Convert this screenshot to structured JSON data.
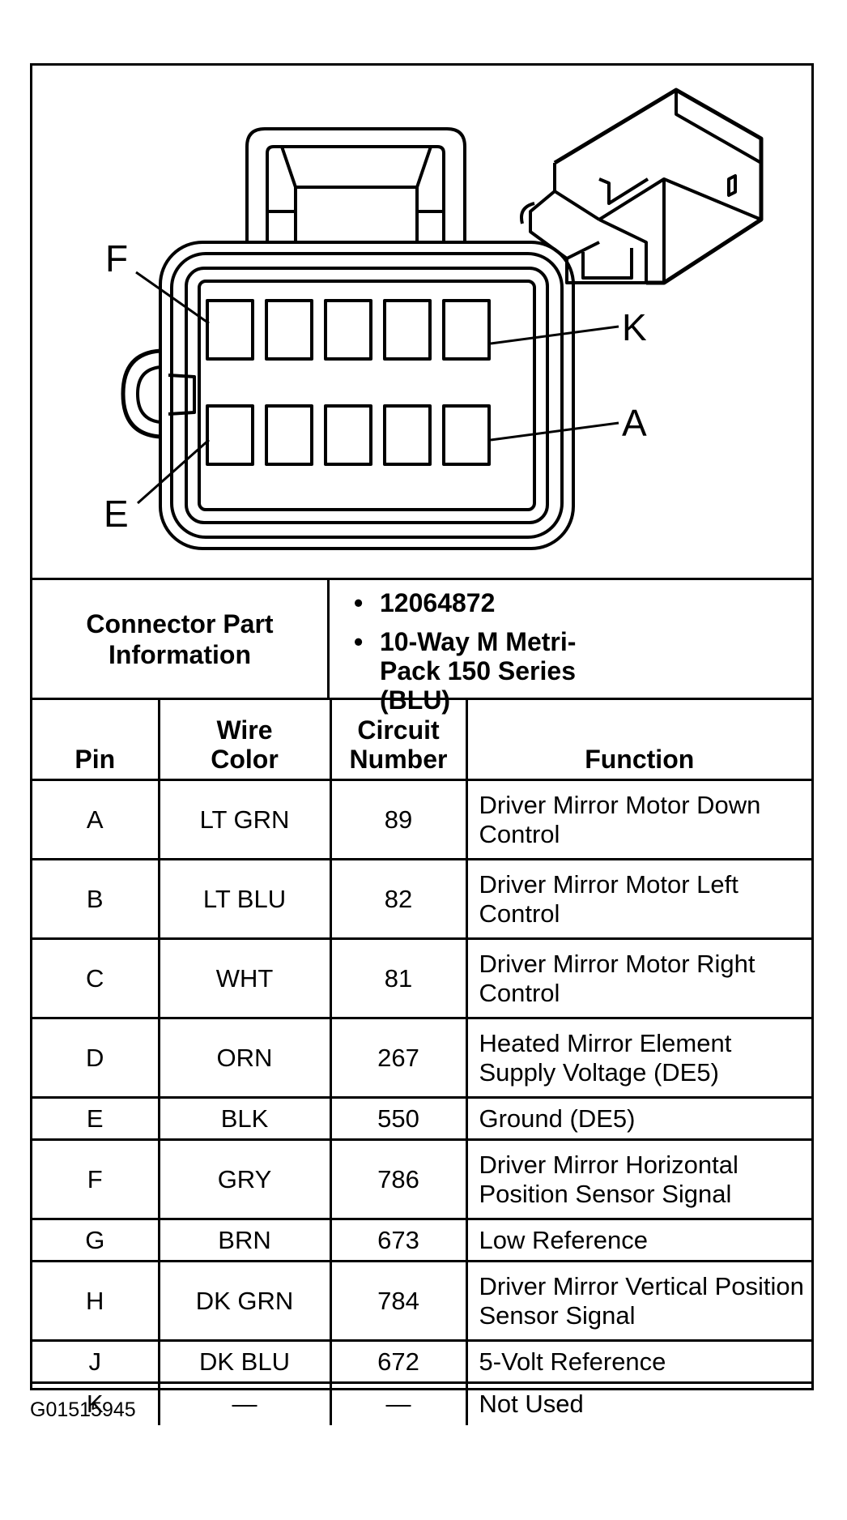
{
  "diagram": {
    "pin_labels": {
      "top_left": "F",
      "top_right": "K",
      "bottom_left": "E",
      "bottom_right": "A"
    }
  },
  "connector_info": {
    "label_line1": "Connector Part",
    "label_line2": "Information",
    "items": [
      {
        "bullet": "•",
        "text": "12064872"
      },
      {
        "bullet": "•",
        "text": "10-Way M Metri-Pack 150 Series (BLU)"
      }
    ]
  },
  "table": {
    "headers": {
      "pin": "Pin",
      "wire_color": "Wire Color",
      "circuit_number": "Circuit Number",
      "function": "Function"
    },
    "rows": [
      {
        "pin": "A",
        "wire_color": "LT GRN",
        "circuit": "89",
        "function": "Driver Mirror Motor Down Control"
      },
      {
        "pin": "B",
        "wire_color": "LT BLU",
        "circuit": "82",
        "function": "Driver Mirror Motor Left Control"
      },
      {
        "pin": "C",
        "wire_color": "WHT",
        "circuit": "81",
        "function": "Driver Mirror Motor Right Control"
      },
      {
        "pin": "D",
        "wire_color": "ORN",
        "circuit": "267",
        "function": "Heated Mirror Element Supply Voltage (DE5)"
      },
      {
        "pin": "E",
        "wire_color": "BLK",
        "circuit": "550",
        "function": "Ground (DE5)"
      },
      {
        "pin": "F",
        "wire_color": "GRY",
        "circuit": "786",
        "function": "Driver Mirror Horizontal Position Sensor Signal"
      },
      {
        "pin": "G",
        "wire_color": "BRN",
        "circuit": "673",
        "function": "Low Reference"
      },
      {
        "pin": "H",
        "wire_color": "DK GRN",
        "circuit": "784",
        "function": "Driver Mirror Vertical Position Sensor Signal"
      },
      {
        "pin": "J",
        "wire_color": "DK BLU",
        "circuit": "672",
        "function": "5-Volt Reference"
      },
      {
        "pin": "K",
        "wire_color": "—",
        "circuit": "—",
        "function": "Not Used"
      }
    ]
  },
  "figure_code": "G01515945"
}
